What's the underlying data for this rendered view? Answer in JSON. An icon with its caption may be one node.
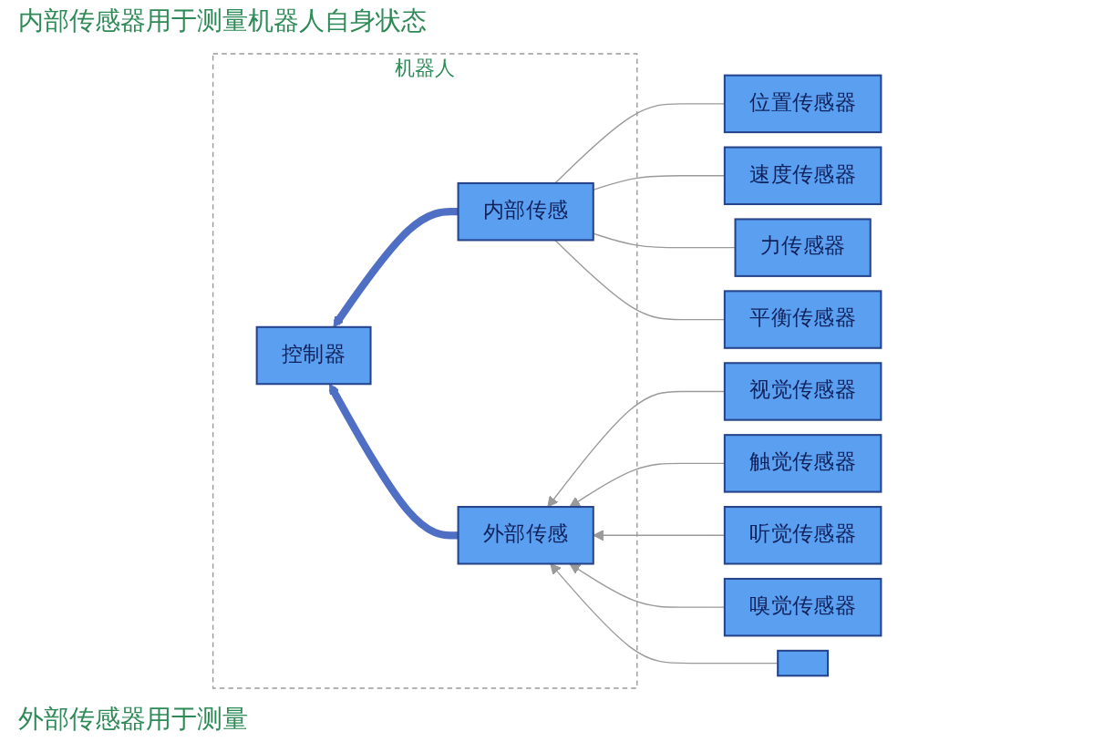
{
  "diagram": {
    "nodes": [
      {
        "text": [
          "机器人"
        ]
      },
      {
        "text": [
          "控制器"
        ],
        "in": 0
      },
      {
        "text": [
          "内部传感"
        ],
        "in": 0
      },
      {
        "text": [
          "外部传感"
        ],
        "in": 0
      },
      {
        "text": [
          "位置传感器"
        ]
      },
      {
        "text": [
          "速度传感器"
        ]
      },
      {
        "text": [
          "力传感器"
        ]
      },
      {
        "text": [
          "平衡传感器"
        ]
      },
      {
        "text": [
          "视觉传感器"
        ]
      },
      {
        "text": [
          "触觉传感器"
        ]
      },
      {
        "text": [
          "听觉传感器"
        ]
      },
      {
        "text": [
          "嗅觉传感器"
        ]
      },
      {
        "text": [],
        "shape": "box"
      }
    ],
    "edges": [
      {
        "from": 2,
        "to": 1,
        "arrow": "to",
        "style": "thick",
        "color": "#4f6fc4"
      },
      {
        "from": 3,
        "to": 1,
        "arrow": "to",
        "style": "thick",
        "color": "#4f6fc4"
      },
      {
        "from": 4,
        "to": 2,
        "arrow": "none"
      },
      {
        "from": 5,
        "to": 2,
        "arrow": "none"
      },
      {
        "from": 6,
        "to": 2,
        "arrow": "none"
      },
      {
        "from": 7,
        "to": 2,
        "arrow": "none"
      },
      {
        "from": 8,
        "to": 3,
        "arrow": "to"
      },
      {
        "from": 9,
        "to": 3,
        "arrow": "to"
      },
      {
        "from": 10,
        "to": 3,
        "arrow": "to"
      },
      {
        "from": 11,
        "to": 3,
        "arrow": "to"
      },
      {
        "from": 12,
        "to": 3,
        "arrow": "to"
      }
    ],
    "labels": [
      "内部传感器用于测量机器人自身状态",
      "外部传感器用于测量"
    ]
  }
}
